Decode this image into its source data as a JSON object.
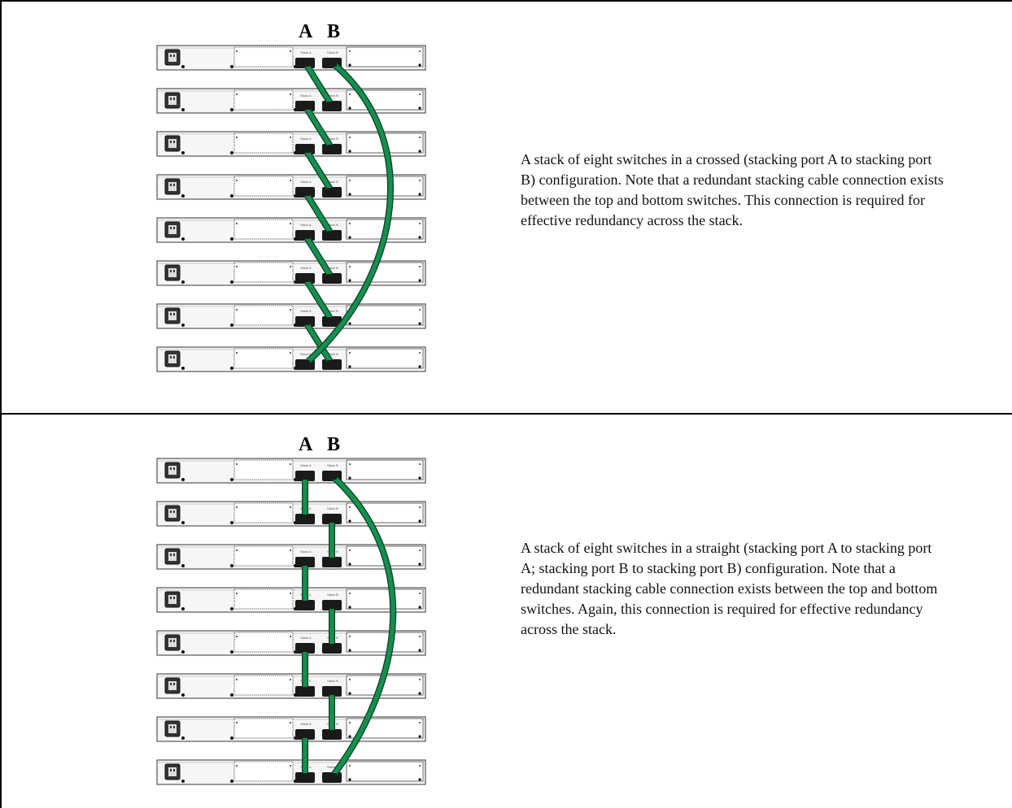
{
  "colors": {
    "cable": "#148f4f",
    "cable_outline": "#0a3d22",
    "chassis_fill": "#f6f6f6",
    "chassis_stroke": "#555555",
    "connector": "#1a1a1a",
    "border": "#000000"
  },
  "panels": [
    {
      "id": "crossed",
      "port_labels": {
        "a": "A",
        "b": "B"
      },
      "switch_count": 8,
      "configuration": "crossed",
      "description": "A stack of eight switches in a crossed (stacking port A to stacking port B) configuration. Note that a redundant stacking cable connection exists between the top and bottom switches. This connection is required for effective redundancy across the stack."
    },
    {
      "id": "straight",
      "port_labels": {
        "a": "A",
        "b": "B"
      },
      "switch_count": 8,
      "configuration": "straight",
      "description": "A stack of eight switches in a straight (stacking port A to stacking port A; stacking port B to stacking port B) configuration. Note that a redundant stacking cable connection exists between the top and bottom switches. Again, this connection is required for effective redundancy across the stack."
    }
  ],
  "port_tags": {
    "a": "Stack A",
    "b": "Stack B"
  },
  "icons": {
    "power_inlet": "power-inlet-icon",
    "cable": "stacking-cable"
  }
}
